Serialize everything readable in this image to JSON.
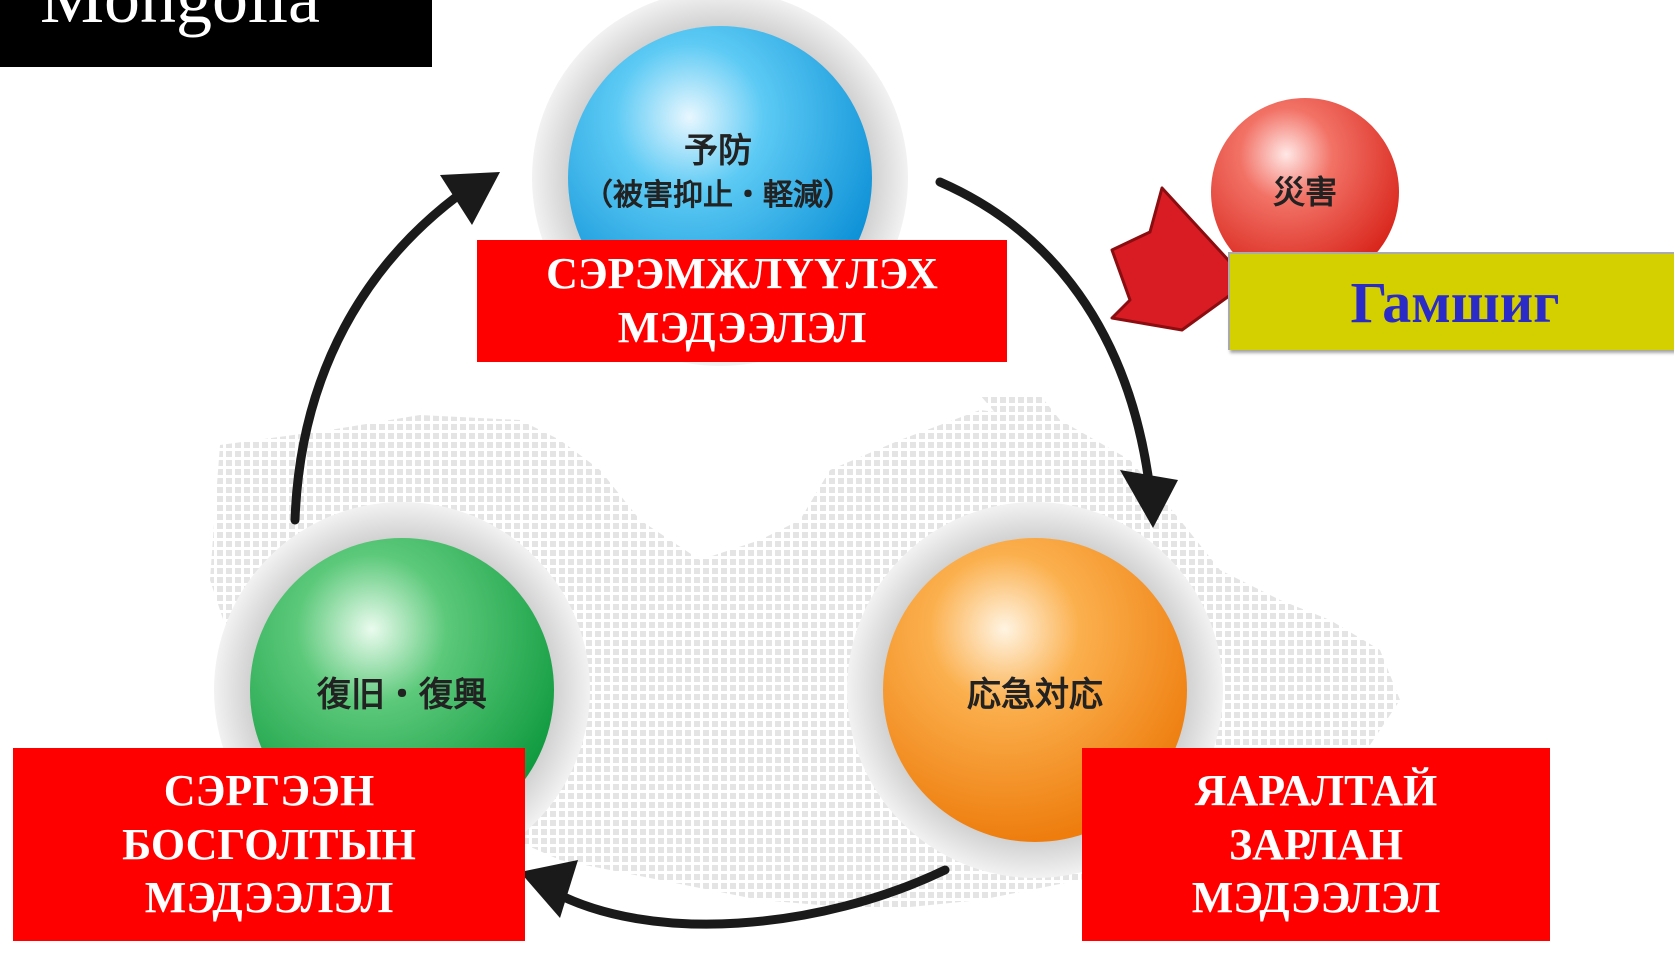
{
  "header": {
    "title": "Mongolia"
  },
  "nodes": {
    "prevention": {
      "label_line1": "予防",
      "label_line2": "（被害抑止・軽減）",
      "color": "#1ea6e6"
    },
    "response": {
      "label": "応急対応",
      "color": "#f7931e"
    },
    "recovery": {
      "label": "復旧・復興",
      "color": "#1fae4b"
    },
    "disaster": {
      "label": "災害",
      "color": "#e8322a"
    }
  },
  "callouts": {
    "prevention": {
      "line1": "СЭРЭМЖЛҮҮЛЭХ",
      "line2": "МЭДЭЭЛЭЛ"
    },
    "response": {
      "line1": "ЯАРАЛТАЙ",
      "line2": "ЗАРЛАН",
      "line3": "МЭДЭЭЛЭЛ"
    },
    "recovery": {
      "line1": "СЭРГЭЭН",
      "line2": "БОСГОЛТЫН",
      "line3": "МЭДЭЭЛЭЛ"
    },
    "disaster": {
      "label": "Гамшиг"
    }
  },
  "colors": {
    "callout_bg": "#ff0000",
    "disaster_bg": "#d4d000",
    "disaster_text": "#2b2bc8",
    "arrow": "#1a1a1a",
    "impact_arrow": "#d91c24"
  }
}
